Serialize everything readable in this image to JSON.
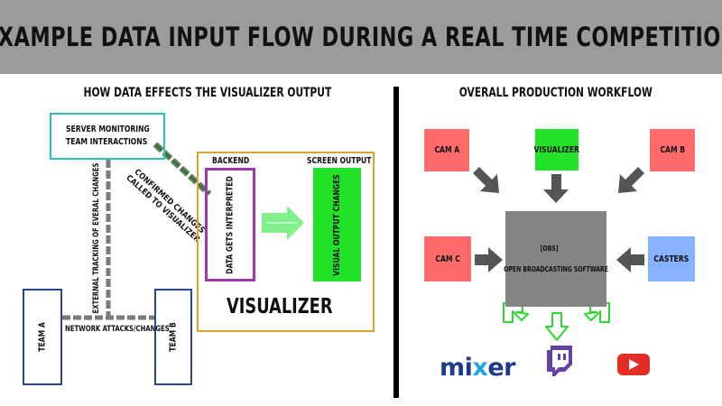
{
  "header": {
    "title": "EXAMPLE DATA INPUT FLOW DURING A REAL TIME COMPETITION"
  },
  "left": {
    "title": "HOW DATA EFFECTS THE VISUALIZER OUTPUT",
    "server": {
      "line1": "SERVER MONITORING",
      "line2": "TEAM INTERACTIONS"
    },
    "tracking_label": "EXTERNAL TRACKING OF EVERAL CHANGES",
    "confirmed_line1": "CONFIRMED CHANGES",
    "confirmed_line2": "CALLED TO VISUALIZER",
    "network_label": "NETWORK ATTACKS/CHANGES",
    "team_a": "TEAM A",
    "team_b": "TEAM B",
    "backend_label": "BACKEND",
    "backend_text": "DATA GETS INTERPRETED",
    "screen_label": "SCREEN OUTPUT",
    "screen_text": "VISUAL OUTPUT CHANGES",
    "visualizer_word": "VISUALIZER"
  },
  "right": {
    "title": "OVERALL PRODUCTION WORKFLOW",
    "cam_a": "CAM A",
    "cam_b": "CAM B",
    "cam_c": "CAM C",
    "visualizer": "VISUALIZER",
    "casters": "CASTERS",
    "obs_short": "[OBS]",
    "obs_full": "OPEN BROADCASTING SOFTWARE",
    "logos": {
      "mixer_pre": "mi",
      "mixer_x": "x",
      "mixer_post": "er"
    }
  },
  "colors": {
    "header_bg": "#9b9b9b",
    "server_border": "#2bbfb6",
    "team_border": "#21469a",
    "visualizer_border": "#d9a531",
    "backend_border": "#9b3aa8",
    "green": "#22e22a",
    "cam_red": "#ff6a6a",
    "casters_blue": "#86b2ff",
    "obs_gray": "#848484",
    "twitch_purple": "#6441a5",
    "youtube_red": "#e52d27"
  }
}
